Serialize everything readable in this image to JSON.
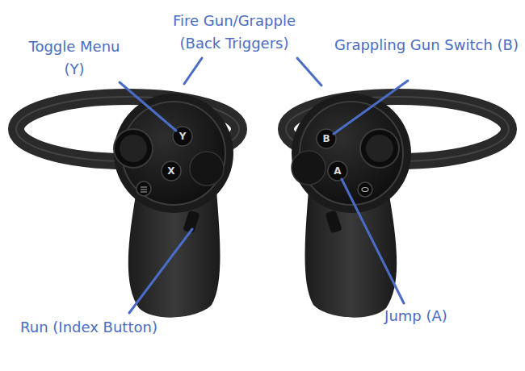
{
  "diagram": {
    "labels": [
      "Fire Gun/Grapple (Back Triggers)",
      "Toggle Menu (Y)",
      "Grappling Gun Switch (B)",
      "Y",
      "B",
      "X",
      "A",
      "Run (Index Button)",
      "Jump (A)"
    ]
  }
}
